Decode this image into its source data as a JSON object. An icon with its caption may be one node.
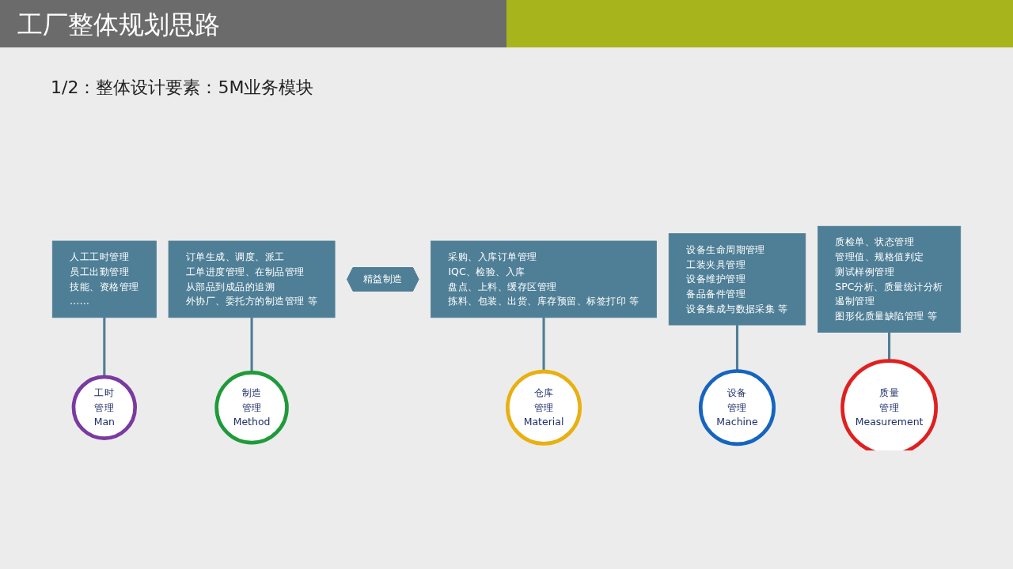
{
  "diagram": {
    "title": "工厂整体规划思路",
    "nodes": [
      {
        "text": [
          "人工工时管理",
          "员工出勤管理",
          "技能、资格管理",
          "……"
        ]
      },
      {
        "text": [
          "制造",
          "管理",
          "Method"
        ]
      },
      {
        "text": [
          "订单生成、调度、派工",
          "工单进度管理、在制品管理",
          "从部品到成品的追溯",
          "外协厂、委托方的制造管理 等"
        ]
      },
      {
        "text": [
          "工时",
          "管理",
          "Man"
        ]
      },
      {
        "text": [
          "精益制造"
        ]
      },
      {
        "text": [
          "仓库",
          "管理",
          "Material"
        ]
      },
      {
        "text": [
          "采购、入库订单管理",
          "IQC、检验、入库",
          "盘点、上料、缓存区管理",
          "拣料、包装、出货、库存预留、标签打印 等"
        ]
      },
      {
        "text": [
          "设备",
          "管理",
          "Machine"
        ]
      },
      {
        "text": [
          "质量",
          "管理",
          "Measurement"
        ]
      },
      {
        "text": [
          "设备生命周期管理",
          "工装夹具管理",
          "设备维护管理",
          "备品备件管理",
          "设备集成与数据采集 等"
        ]
      },
      {
        "text": [
          "质检单、状态管理",
          "管理值、规格值判定",
          "测试样例管理",
          "SPC分析、质量统计分析",
          "遏制管理",
          "图形化质量缺陷管理 等"
        ]
      }
    ],
    "edges": [
      {
        "from": 0,
        "to": 3,
        "arrow": "none"
      },
      {
        "from": 2,
        "to": 1,
        "arrow": "none"
      },
      {
        "from": 6,
        "to": 5,
        "arrow": "none"
      },
      {
        "from": 9,
        "to": 7,
        "arrow": "none"
      },
      {
        "from": 10,
        "to": 8,
        "arrow": "none"
      }
    ],
    "labels": [
      "1/2：整体设计要素：5M业务模块"
    ]
  }
}
